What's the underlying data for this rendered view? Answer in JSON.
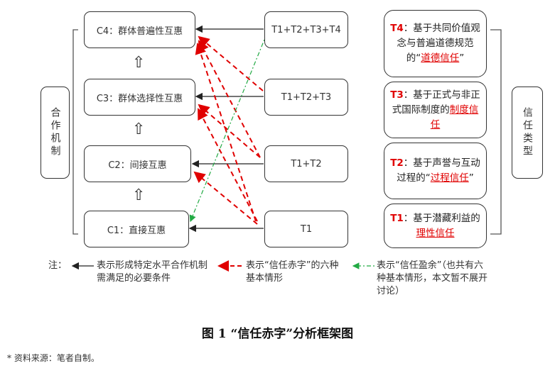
{
  "cooperation_mechanism_label": "合作机制",
  "trust_type_label": "信任类型",
  "c_boxes": {
    "c4": "C4：群体普遍性互惠",
    "c3": "C3：群体选择性互惠",
    "c2": "C2：间接互惠",
    "c1": "C1：直接互惠"
  },
  "t_boxes": {
    "t4": "T1+T2+T3+T4",
    "t3": "T1+T2+T3",
    "t2": "T1+T2",
    "t1": "T1"
  },
  "trust_types": {
    "t4": {
      "code": "T4",
      "sep": "：",
      "pre": "基于共同价值观念与普遍道德规范的“",
      "link": "道德信任",
      "post": "”"
    },
    "t3": {
      "code": "T3",
      "sep": "：",
      "pre": "基于正式与非正式国际制度的",
      "link": "制度信任",
      "post": ""
    },
    "t2": {
      "code": "T2",
      "sep": "：",
      "pre": "基于声誉与互动过程的“",
      "link": "过程信任",
      "post": "”"
    },
    "t1": {
      "code": "T1",
      "sep": "：",
      "pre": "基于潜藏利益的",
      "link": "理性信任",
      "post": ""
    }
  },
  "legend": {
    "prefix": "注：",
    "solid": "表示形成特定水平合作机制需满足的必要条件",
    "dashed": "表示“信任赤字”的六种基本情形",
    "dotted": "表示“信任盈余”（也共有六种基本情形，本文暂不展开讨论）"
  },
  "caption": "图 1 “信任赤字”分析框架图",
  "source": "* 资料来源：笔者自制。",
  "colors": {
    "dashed": "#e00000",
    "dotted": "#22aa44",
    "solid": "#222222"
  }
}
